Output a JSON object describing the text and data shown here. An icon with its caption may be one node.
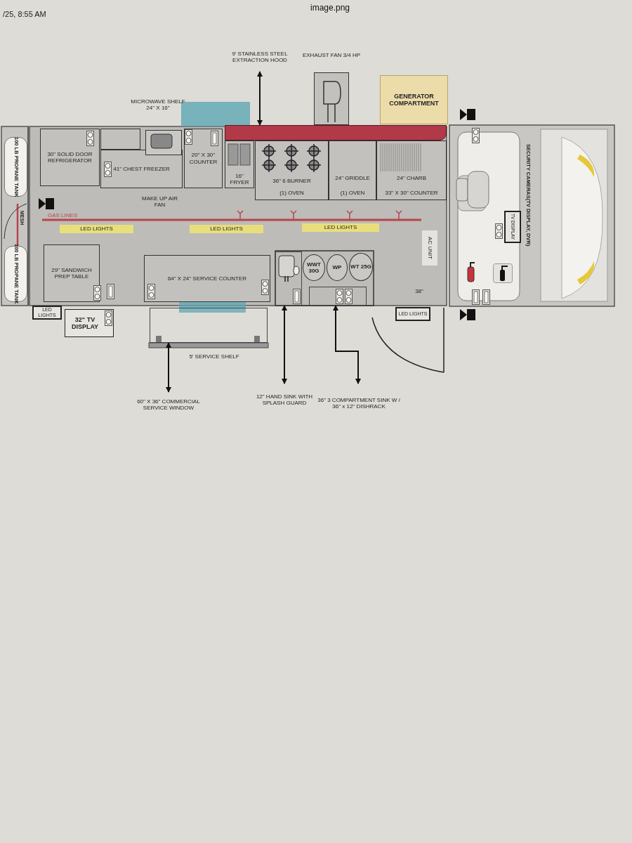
{
  "diagram": {
    "nodes": [
      {
        "text": [
          "100 LB PROPANE TANK"
        ]
      },
      {
        "text": [
          "30\" SOLID DOOR REFRIGERATOR"
        ]
      },
      {
        "text": [],
        "shape": "box"
      },
      {
        "text": [
          "41\" CHEST FREEZER"
        ]
      },
      {
        "text": [
          "20\" X 30\" COUNTER"
        ]
      },
      {
        "text": [
          "9' STAINLESS STEEL EXTRACTION HOOD"
        ]
      },
      {
        "text": [
          "EXHAUST FAN 3/4 HP"
        ]
      },
      {
        "text": [
          "GENERATOR COMPARTMENT"
        ]
      },
      {
        "text": [],
        "shape": "bar"
      },
      {
        "text": [
          "16\" FRYER"
        ]
      },
      {
        "text": [
          "36\" 6 BURNER",
          "(1) OVEN"
        ]
      },
      {
        "text": [
          "24\" GRIDDLE",
          "(1) OVEN"
        ]
      },
      {
        "text": [
          "24\" CHARB",
          "33\" X 30\" COUNTER"
        ]
      },
      {
        "text": [
          "LED LIGHTS"
        ]
      },
      {
        "text": [
          "LED LIGHTS"
        ]
      },
      {
        "text": [
          "LED LIGHTS"
        ]
      },
      {
        "text": [
          "100 LB PROPANE TANK"
        ]
      },
      {
        "text": [
          "29\" SANDWICH PREP TABLE"
        ]
      },
      {
        "text": [
          "64\" X 24\" SERVICE COUNTER"
        ]
      },
      {
        "text": [],
        "shape": "box"
      },
      {
        "text": [
          "WWT 30G"
        ]
      },
      {
        "text": [
          "WP"
        ]
      },
      {
        "text": [
          "WT 25G"
        ]
      },
      {
        "text": [],
        "shape": "box"
      },
      {
        "text": [
          "AC UNIT"
        ]
      },
      {
        "text": [
          "TV DISPLAY"
        ]
      },
      {
        "text": [
          "LED LIGHTS"
        ]
      },
      {
        "text": [
          "32\" TV DISPLAY"
        ]
      },
      {
        "text": [],
        "shape": "box"
      },
      {
        "text": [
          "LED LIGHTS"
        ]
      },
      {
        "text": [
          "60\" X 36\" COMMERCIAL SERVICE WINDOW"
        ]
      },
      {
        "text": [
          "12\" HAND SINK WITH SPLASH GUARD"
        ]
      },
      {
        "text": [
          "36\" 3 COMPARTMENT SINK W / 36\" x 12\" DISHRACK"
        ]
      }
    ],
    "edges": [
      {
        "from": 5,
        "to": 8,
        "arrow": "both"
      },
      {
        "from": 30,
        "to": 28,
        "arrow": "both"
      },
      {
        "from": 31,
        "to": 19,
        "arrow": "both"
      },
      {
        "from": 32,
        "to": 23,
        "arrow": "both"
      }
    ],
    "labels": [
      "/25, 8:55 AM",
      "image.png",
      "MICROWAVE SHELF 24\" X 16\"",
      "MAKE UP AIR FAN",
      "GAS LINES",
      "MESH",
      "SECURITY CAMERAS(TV DISPLAY, DVR)",
      "38\"",
      "5' SERVICE SHELF"
    ]
  }
}
